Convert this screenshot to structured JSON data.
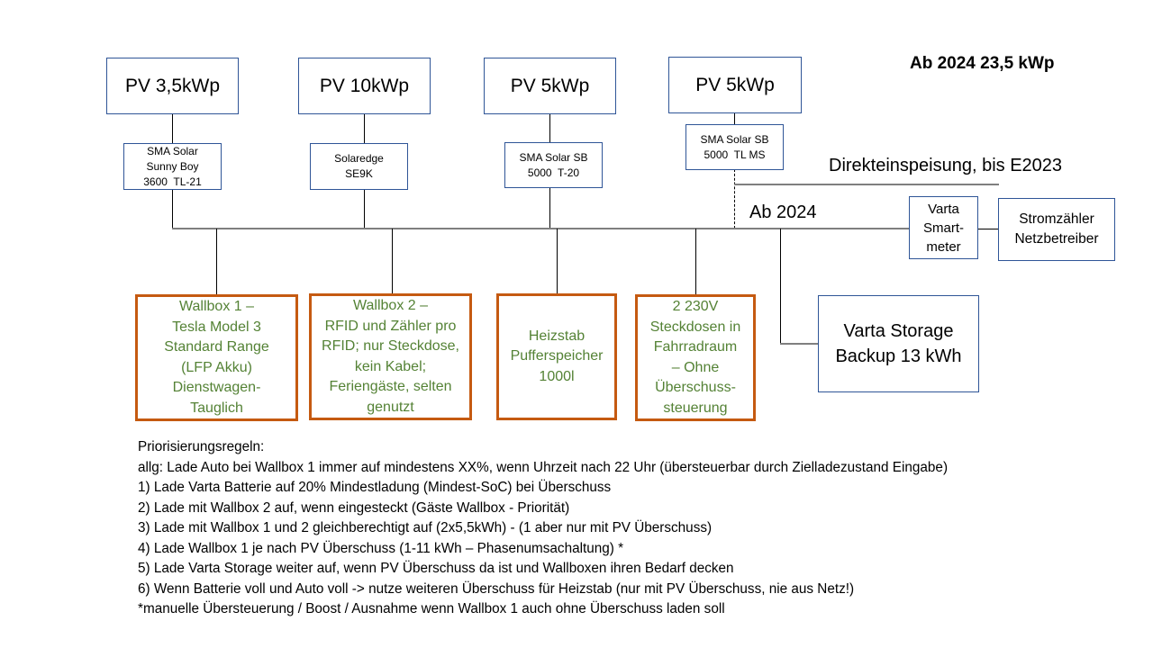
{
  "headline": "Ab 2024 23,5 kWp",
  "pv_arrays": [
    {
      "label": "PV 3,5kWp"
    },
    {
      "label": "PV 10kWp"
    },
    {
      "label": "PV 5kWp"
    },
    {
      "label": "PV 5kWp"
    }
  ],
  "inverters": [
    {
      "lines": [
        "SMA Solar",
        "Sunny Boy",
        "3600  TL-21"
      ]
    },
    {
      "lines": [
        "Solaredge",
        "SE9K"
      ]
    },
    {
      "lines": [
        "SMA Solar SB",
        "5000  T-20"
      ]
    },
    {
      "lines": [
        "SMA Solar SB",
        "5000  TL MS"
      ]
    }
  ],
  "annotations": {
    "direct_feed": "Direkteinspeisung, bis E2023",
    "from_2024": "Ab 2024"
  },
  "meters": {
    "smartmeter": [
      "Varta",
      "Smart-",
      "meter"
    ],
    "grid_meter": [
      "Stromzähler",
      "Netzbetreiber"
    ]
  },
  "storage": {
    "lines": [
      "Varta Storage",
      "Backup 13 kWh"
    ]
  },
  "loads": [
    {
      "lines": [
        "Wallbox 1 –",
        "Tesla Model 3",
        "Standard Range",
        "(LFP Akku)",
        "Dienstwagen-",
        "Tauglich"
      ]
    },
    {
      "lines": [
        "Wallbox 2 –",
        "RFID und Zähler pro",
        "RFID; nur Steckdose,",
        "kein Kabel;",
        "Feriengäste, selten",
        "genutzt"
      ]
    },
    {
      "lines": [
        "Heizstab",
        "Pufferspeicher",
        "1000l"
      ]
    },
    {
      "lines": [
        "2 230V",
        "Steckdosen in",
        "Fahrradraum",
        "– Ohne",
        "Überschuss-",
        "steuerung"
      ]
    }
  ],
  "rules": {
    "title": "Priorisierungsregeln:",
    "items": [
      "allg: Lade Auto bei Wallbox 1 immer auf mindestens XX%, wenn Uhrzeit nach 22 Uhr (übersteuerbar durch Zielladezustand Eingabe)",
      "1) Lade Varta Batterie auf 20% Mindestladung (Mindest-SoC) bei Überschuss",
      "2) Lade mit Wallbox 2 auf, wenn eingesteckt (Gäste Wallbox - Priorität)",
      "3) Lade mit Wallbox 1 und 2 gleichberechtigt auf (2x5,5kWh) - (1 aber nur mit PV Überschuss)",
      "4) Lade Wallbox 1 je nach PV Überschuss (1-11 kWh – Phasenumsachaltung) *",
      "5) Lade Varta Storage weiter auf, wenn PV Überschuss da ist und Wallboxen ihren Bedarf decken",
      "6) Wenn Batterie voll und Auto voll -> nutze weiteren Überschuss für Heizstab (nur mit PV Überschuss, nie aus Netz!)",
      "*manuelle Übersteuerung / Boost / Ausnahme wenn Wallbox 1 auch ohne Überschuss laden soll"
    ]
  },
  "colors": {
    "box_border": "#2f5597",
    "load_border": "#c55a11",
    "load_text": "#548235"
  }
}
